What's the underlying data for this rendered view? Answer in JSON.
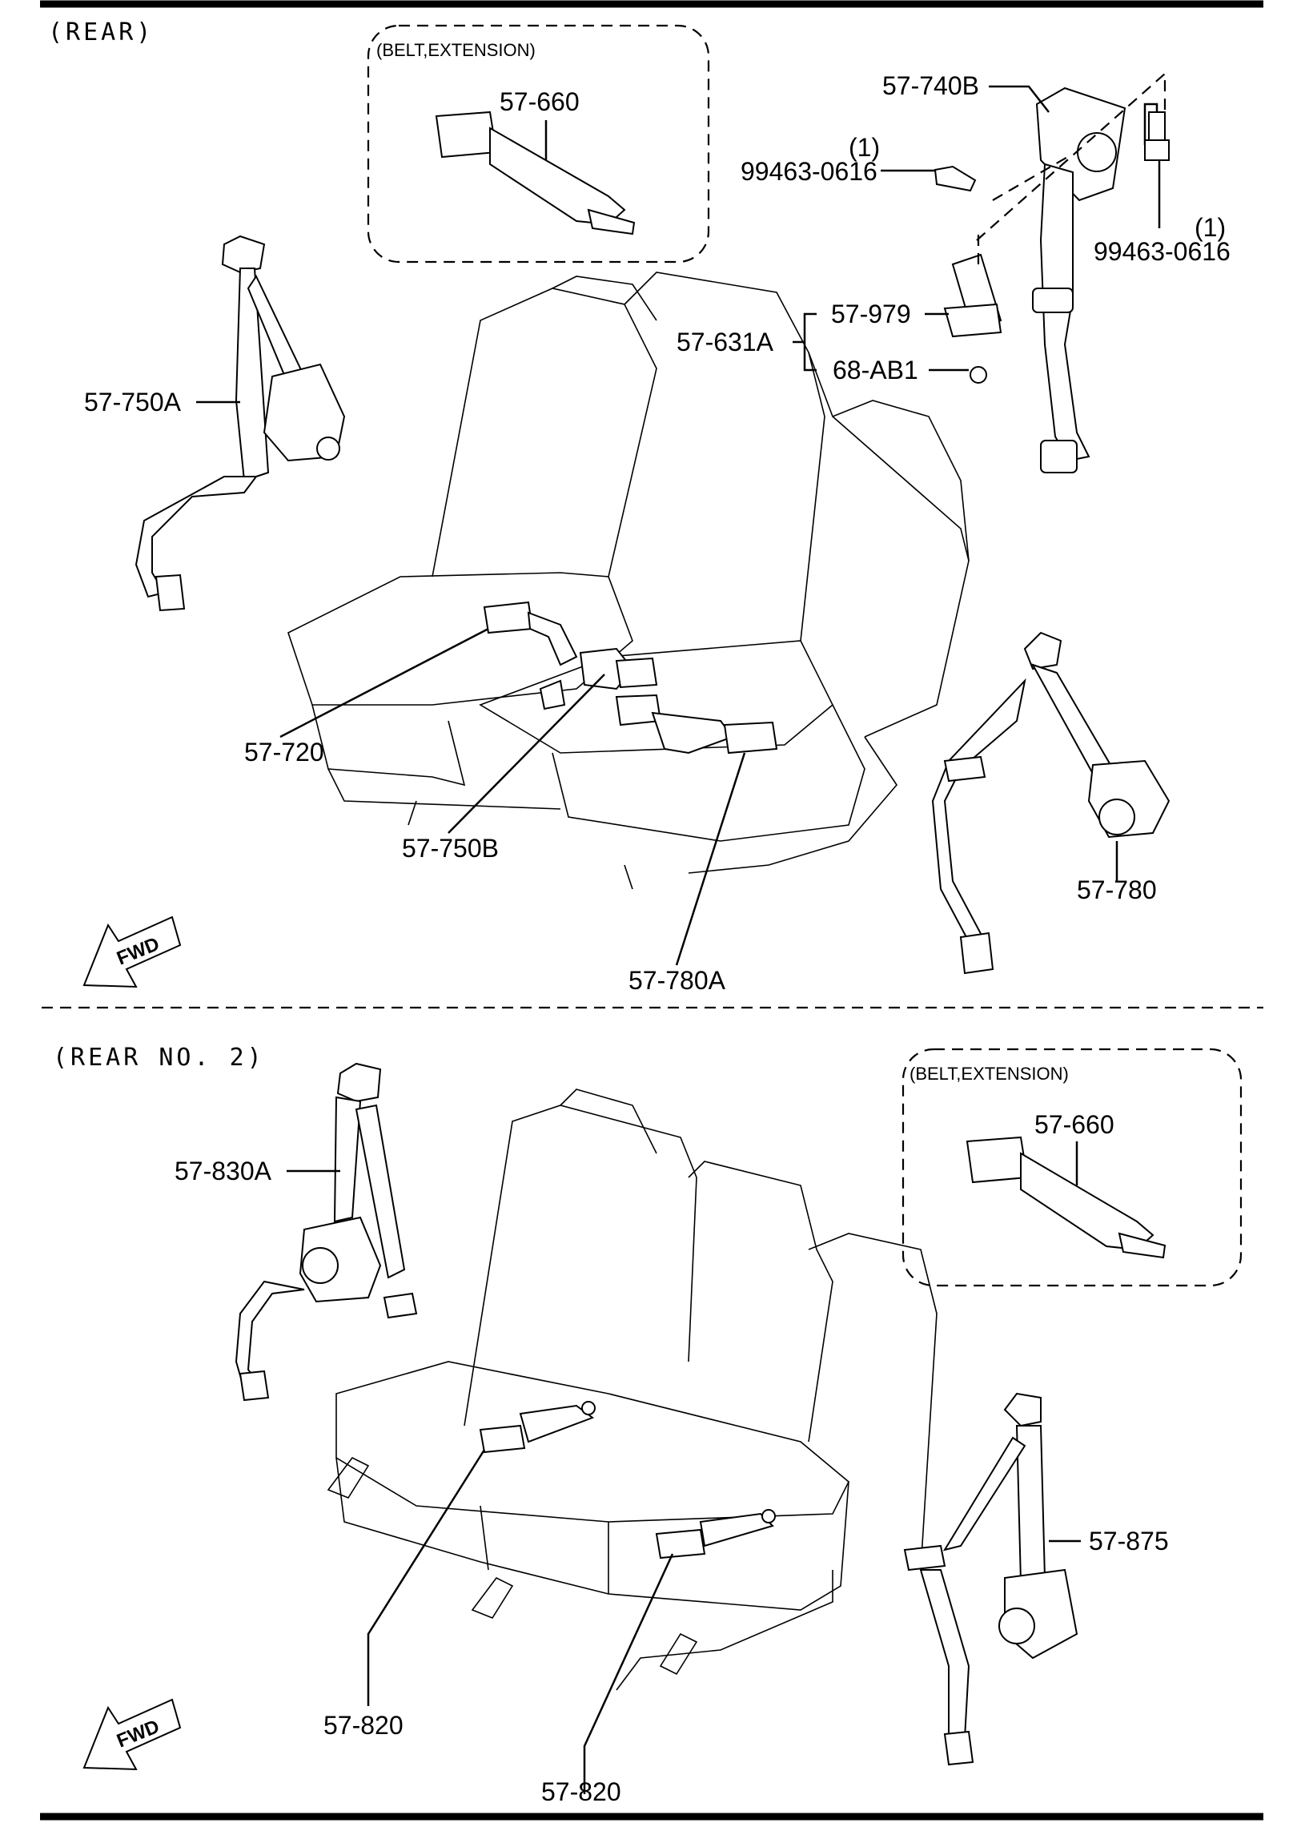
{
  "sections": {
    "rear": "(REAR)",
    "rear_no2": "(REAR NO. 2)"
  },
  "fwd_label": "FWD",
  "rear": {
    "extension_box": {
      "title": "(BELT,EXTENSION)",
      "part": "57-660"
    },
    "parts": {
      "p_57_740b": "57-740B",
      "p_99463_qty_a": "(1)",
      "p_99463_a": "99463-0616",
      "p_99463_qty_b": "(1)",
      "p_99463_b": "99463-0616",
      "p_57_631a": "57-631A",
      "p_57_979": "57-979",
      "p_68_ab1": "68-AB1",
      "p_57_750a": "57-750A",
      "p_57_720": "57-720",
      "p_57_750b": "57-750B",
      "p_57_780": "57-780",
      "p_57_780a": "57-780A"
    }
  },
  "rear_no2": {
    "extension_box": {
      "title": "(BELT,EXTENSION)",
      "part": "57-660"
    },
    "parts": {
      "p_57_830a": "57-830A",
      "p_57_820_left": "57-820",
      "p_57_820_bottom": "57-820",
      "p_57_875": "57-875"
    }
  }
}
